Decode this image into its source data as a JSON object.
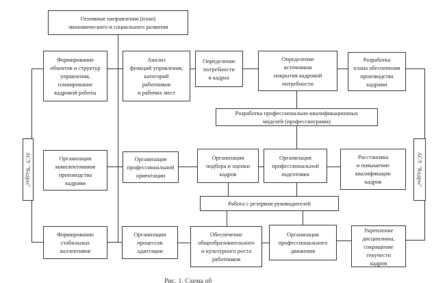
{
  "colors": {
    "border": "#2b2b2b",
    "line": "#2b2b2b",
    "background": "#ffffff",
    "text": "#1c1c1c"
  },
  "diagram": {
    "caption_partial": "Рис. 1. Схема об",
    "side_systems": {
      "asu_left": {
        "label": "АСУ \"Кадры\""
      },
      "asu_right": {
        "label": "АСУ \"Кадры\""
      }
    },
    "nodes": {
      "plan": {
        "label": "Основные направления (план)\nэкономического и социального развития"
      },
      "form_objects": {
        "label": "Формирование\nобъектов и структур\nуправления,\nпланирование\nкадровой работы"
      },
      "analysis_functions": {
        "label": "Анализ\nфункций управления,\nкатегорий\nработников\nи рабочих мест"
      },
      "need_definition": {
        "label": "Определение\nпотребности\nв кадрах"
      },
      "sources_definition": {
        "label": "Определение\nисточников\nпокрытия кадровой\nпотребности"
      },
      "plan_development": {
        "label": "Разработка\nплана обеспечения\nпроизводства\nкадрами"
      },
      "prof_models": {
        "label": "Разработка профессионально-квалификационных\nмоделей (профессиограмм)"
      },
      "komplektovanie": {
        "label": "Организация\nкомплектования\nпроизводства\nкадрами"
      },
      "orientation": {
        "label": "Организация\nпрофессиональной\nориентации"
      },
      "podbor": {
        "label": "Организация\nподбора и оценки\nкадров"
      },
      "podgotovka": {
        "label": "Организация\nпрофессиональной\nподготовки"
      },
      "rasstanovka": {
        "label": "Расстановка\nи повышение\nквалификации\nкадров"
      },
      "reserve": {
        "label": "Работа с резервом руководителей"
      },
      "stable_collectives": {
        "label": "Формирование\nстабильных\nколлективов"
      },
      "adaptation": {
        "label": "Организация\nпроцессов\nадаптации"
      },
      "obespechenie_rosta": {
        "label": "Обеспечение\nобщеобразовательного\nи культурного роста\nработников"
      },
      "prof_dvizhenie": {
        "label": "Организация\nпрофессионального\nдвижения"
      },
      "ukreplenie": {
        "label": "Укрепление\nдисциплины,\nсокращение\nтекучести\nкадров"
      }
    }
  }
}
